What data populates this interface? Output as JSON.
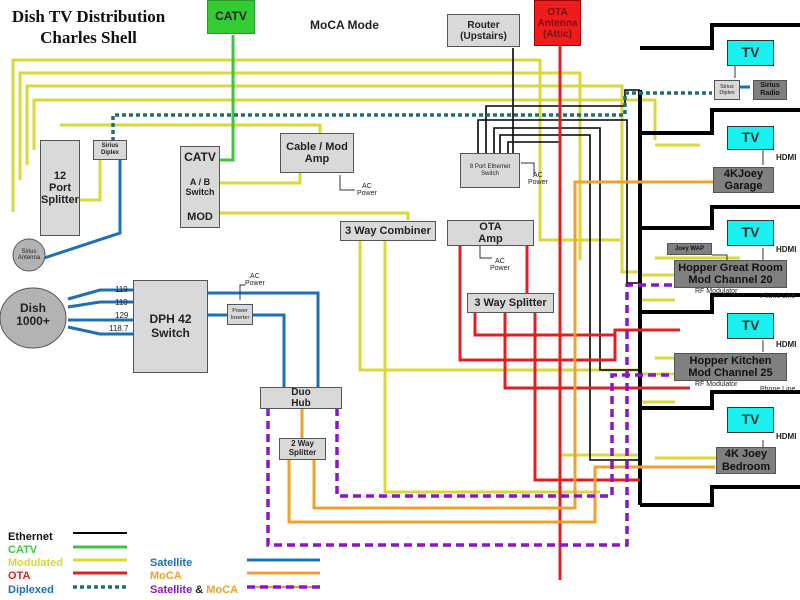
{
  "header": {
    "title_line1": "Dish TV Distribution",
    "title_line2": "Charles Shell",
    "mode": "MoCA Mode"
  },
  "sources": {
    "catv": "CATV",
    "router_l1": "Router",
    "router_l2": "(Upstairs)",
    "ota_l1": "OTA",
    "ota_l2": "Antenna",
    "ota_l3": "(Attic)",
    "dish_l1": "Dish",
    "dish_l2": "1000+",
    "sirius_antenna_l1": "Sirius",
    "sirius_antenna_l2": "Antenna"
  },
  "devices": {
    "splitter12_l1": "12",
    "splitter12_l2": "Port",
    "splitter12_l3": "Splitter",
    "sirius_diplex_l1": "Sirius",
    "sirius_diplex_l2": "Diplex",
    "ab_switch_catv": "CATV",
    "ab_switch_l1": "A / B",
    "ab_switch_l2": "Switch",
    "ab_switch_mod": "MOD",
    "cable_amp_l1": "Cable /  Mod",
    "cable_amp_l2": "Amp",
    "eth_switch_l1": "8 Port Ethernet",
    "eth_switch_l2": "Switch",
    "combiner": "3 Way Combiner",
    "ota_amp_l1": "OTA",
    "ota_amp_l2": "Amp",
    "splitter3": "3 Way Splitter",
    "dph_l1": "DPH 42",
    "dph_l2": "Switch",
    "power_inserter_l1": "Power",
    "power_inserter_l2": "Inserter",
    "duo_hub_l1": "Duo",
    "duo_hub_l2": "Hub",
    "splitter2_l1": "2 Way",
    "splitter2_l2": "Splitter"
  },
  "ports": [
    "119",
    "110",
    "129",
    "118.7"
  ],
  "labels": {
    "ac": "AC",
    "power": "Power",
    "hdmi": "HDMI",
    "rf_modulator": "RF Modulator",
    "phone_line": "Phone Line"
  },
  "rooms": {
    "tv": "TV",
    "sirius_diplex_l1": "Sirius",
    "sirius_diplex_l2": "Diplex",
    "sirius_radio_l1": "Sirius",
    "sirius_radio_l2": "Radio",
    "garage_l1": "4KJoey",
    "garage_l2": "Garage",
    "joey_wap": "Joey WAP",
    "great_room_l1": "Hopper Great Room",
    "great_room_l2": "Mod Channel 20",
    "kitchen_l1": "Hopper Kitchen",
    "kitchen_l2": "Mod Channel 25",
    "bedroom_l1": "4K Joey",
    "bedroom_l2": "Bedroom"
  },
  "legend": {
    "ethernet": "Ethernet",
    "catv": "CATV",
    "modulated": "Modulated",
    "ota": "OTA",
    "diplexed": "Diplexed",
    "satellite": "Satellite",
    "moca": "MoCA",
    "sat_moca_a": "Satellite",
    "sat_moca_amp": "&",
    "sat_moca_b": "MoCA"
  },
  "colors": {
    "ethernet": "#000000",
    "catv": "#3ec43e",
    "modulated": "#d8d83a",
    "ota": "#e02020",
    "diplexed": "#1f6f6f",
    "satellite": "#1f6fb5",
    "moca": "#f0a030",
    "sat_moca": "#8a16c8",
    "tv": "#19f0f0"
  }
}
